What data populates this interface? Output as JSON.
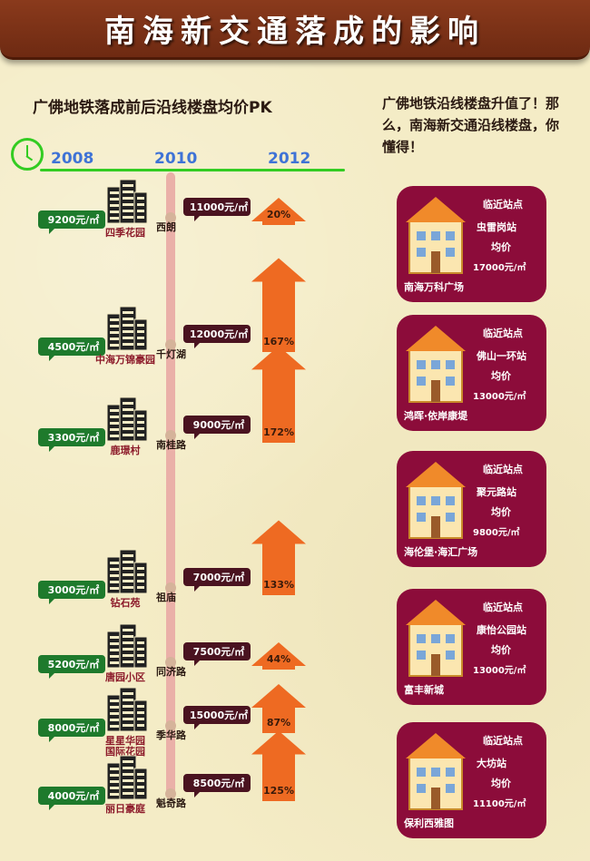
{
  "header": {
    "title": "南海新交通落成的影响"
  },
  "subtitle": "广佛地铁落成前后沿线楼盘均价PK",
  "side_note": "广佛地铁沿线楼盘升值了！那么，南海新交通沿线楼盘，你懂得！",
  "years": [
    "2008",
    "2010",
    "2012"
  ],
  "colors": {
    "before_badge": "#1e7a2c",
    "after_badge": "#4a1320",
    "arrow": "#ee6a22",
    "station_dot": "#d5b39a",
    "card_bg": "#8c0c3a",
    "timeline": "#33cc22",
    "metro_line": "#eab0a8",
    "estate_text": "#8c1a2a"
  },
  "chart_data": {
    "type": "bar",
    "title": "广佛地铁落成前后沿线楼盘均价PK",
    "unit": "元/㎡",
    "series": [
      {
        "name": "2008",
        "values": [
          9200,
          4500,
          3300,
          3000,
          5200,
          8000,
          4000
        ]
      },
      {
        "name": "2010",
        "values": [
          11000,
          12000,
          9000,
          7000,
          7500,
          15000,
          8500
        ]
      }
    ],
    "rows": [
      {
        "estate": "四季花园",
        "station": "西朗",
        "price_2008": 9200,
        "price_2010": 11000,
        "increase_pct": 20,
        "before_label": "9200元/㎡",
        "after_label": "11000元/㎡",
        "pct_label": "20%"
      },
      {
        "estate": "中海万锦豪园",
        "station": "千灯湖",
        "price_2008": 4500,
        "price_2010": 12000,
        "increase_pct": 167,
        "before_label": "4500元/㎡",
        "after_label": "12000元/㎡",
        "pct_label": "167%"
      },
      {
        "estate": "鹿璟村",
        "station": "南桂路",
        "price_2008": 3300,
        "price_2010": 9000,
        "increase_pct": 172,
        "before_label": "3300元/㎡",
        "after_label": "9000元/㎡",
        "pct_label": "172%"
      },
      {
        "estate": "钻石苑",
        "station": "祖庙",
        "price_2008": 3000,
        "price_2010": 7000,
        "increase_pct": 133,
        "before_label": "3000元/㎡",
        "after_label": "7000元/㎡",
        "pct_label": "133%"
      },
      {
        "estate": "唐园小区",
        "station": "同济路",
        "price_2008": 5200,
        "price_2010": 7500,
        "increase_pct": 44,
        "before_label": "5200元/㎡",
        "after_label": "7500元/㎡",
        "pct_label": "44%"
      },
      {
        "estate": "星星华园\n国际花园",
        "station": "季华路",
        "price_2008": 8000,
        "price_2010": 15000,
        "increase_pct": 87,
        "before_label": "8000元/㎡",
        "after_label": "15000元/㎡",
        "pct_label": "87%"
      },
      {
        "estate": "丽日豪庭",
        "station": "魁奇路",
        "price_2008": 4000,
        "price_2010": 8500,
        "increase_pct": 125,
        "before_label": "4000元/㎡",
        "after_label": "8500元/㎡",
        "pct_label": "125%"
      }
    ]
  },
  "cards": [
    {
      "head": "临近站点",
      "station": "虫雷岗站",
      "price_label": "均价",
      "price": "17000元/㎡",
      "name": "南海万科广场",
      "icon": "house-icon"
    },
    {
      "head": "临近站点",
      "station": "佛山一环站",
      "price_label": "均价",
      "price": "13000元/㎡",
      "name": "鸿晖·依岸康堤",
      "icon": "apartment-icon"
    },
    {
      "head": "临近站点",
      "station": "聚元路站",
      "price_label": "均价",
      "price": "9800元/㎡",
      "name": "海伦堡·海汇广场",
      "icon": "tower-icon"
    },
    {
      "head": "临近站点",
      "station": "康怡公园站",
      "price_label": "均价",
      "price": "13000元/㎡",
      "name": "富丰新城",
      "icon": "villa-icon"
    },
    {
      "head": "临近站点",
      "station": "大坊站",
      "price_label": "均价",
      "price": "11100元/㎡",
      "name": "保利西雅图",
      "icon": "hotel-icon"
    }
  ]
}
